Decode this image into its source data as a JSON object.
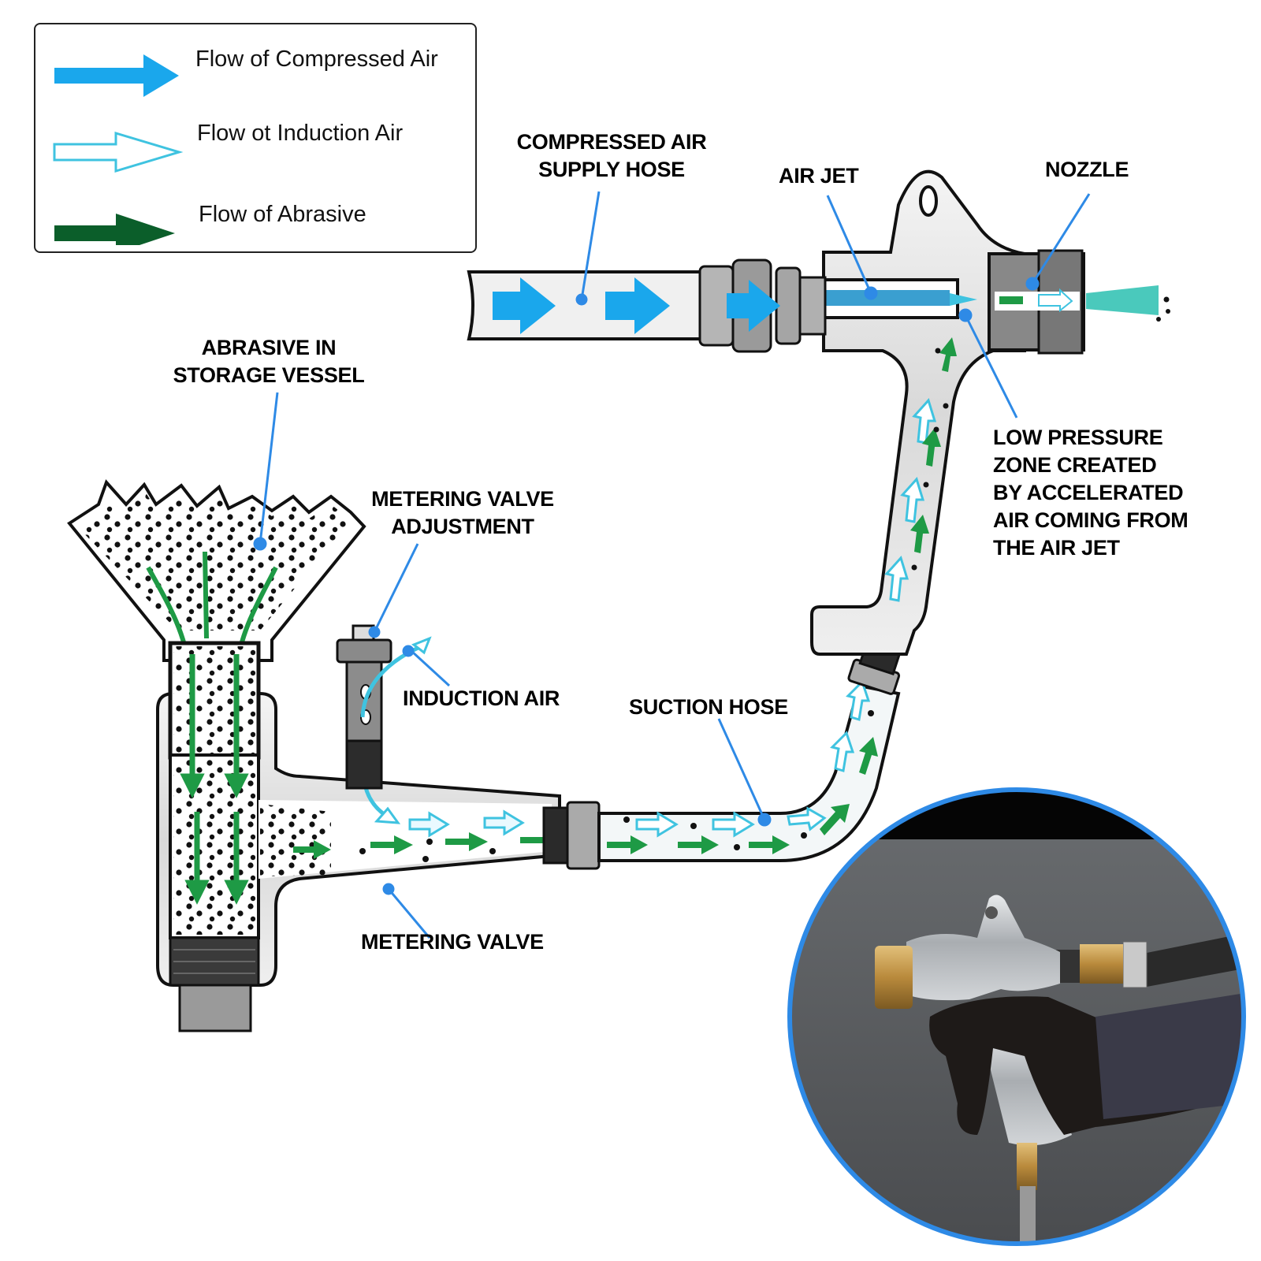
{
  "legend": {
    "items": [
      {
        "label": "Flow of Compressed Air",
        "style": "solid",
        "color": "#1aa7ec"
      },
      {
        "label": "Flow ot Induction Air",
        "style": "outline",
        "color": "#3fc3e0"
      },
      {
        "label": "Flow of Abrasive",
        "style": "solid",
        "color": "#0b5e2a"
      }
    ]
  },
  "callouts": {
    "compressed_air_hose": {
      "line1": "COMPRESSED AIR",
      "line2": "SUPPLY HOSE"
    },
    "air_jet": "AIR JET",
    "nozzle": "NOZZLE",
    "abrasive_storage": {
      "line1": "ABRASIVE IN",
      "line2": "STORAGE VESSEL"
    },
    "metering_valve_adjustment": {
      "line1": "METERING VALVE",
      "line2": "ADJUSTMENT"
    },
    "low_pressure_zone": {
      "line1": "LOW PRESSURE",
      "line2": "ZONE CREATED",
      "line3": "BY ACCELERATED",
      "line4": "AIR COMING FROM",
      "line5": "THE AIR JET"
    },
    "induction_air": "INDUCTION AIR",
    "suction_hose": "SUCTION HOSE",
    "metering_valve": "METERING VALVE"
  },
  "colors": {
    "compressed_air": "#1aa7ec",
    "induction_air": "#3fc3e0",
    "abrasive": "#0b5e2a",
    "abrasive_flow_light": "#1e9a45",
    "leader_line": "#2e8ae6",
    "photo_border": "#2e8ae6"
  },
  "photo_inset": {
    "subject": "sandblast-gun-in-gloved-hand"
  }
}
